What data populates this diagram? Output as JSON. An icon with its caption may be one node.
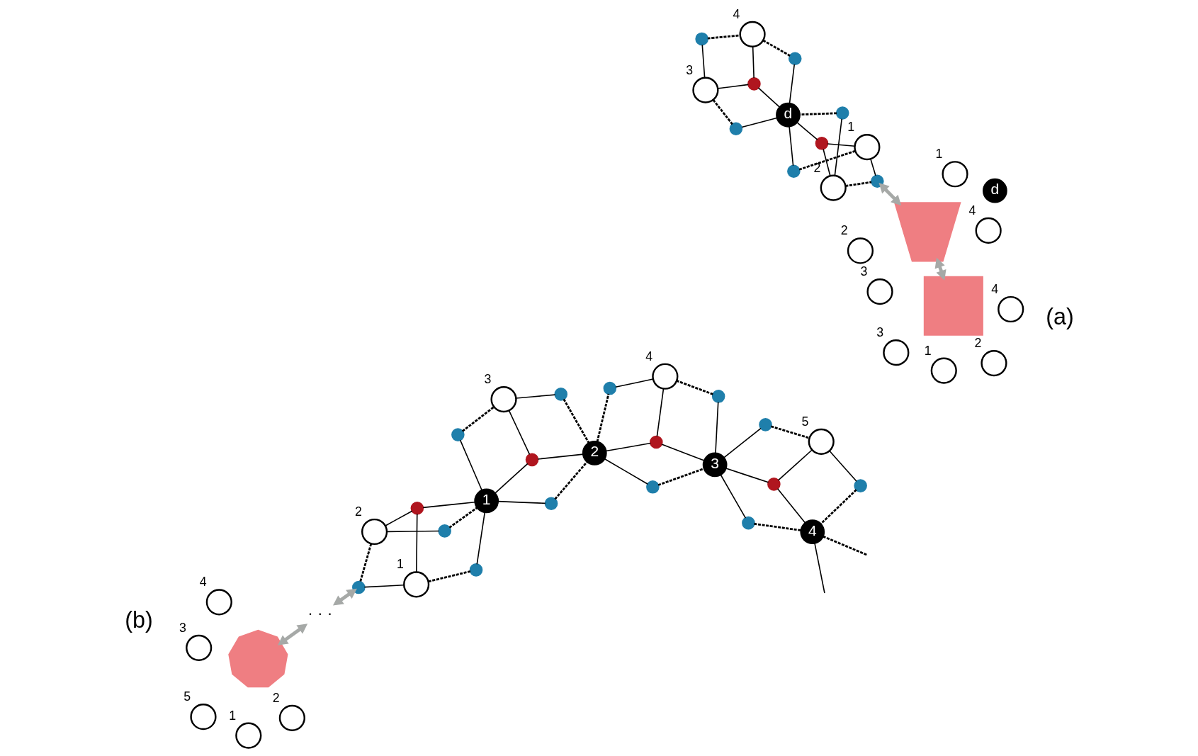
{
  "diagram": {
    "nodes": [
      {
        "text": [],
        "shape": "square"
      },
      {
        "text": [],
        "shape": "circle",
        "beside": [
          "1"
        ]
      },
      {
        "text": [],
        "shape": "circle",
        "beside": [
          "2"
        ]
      },
      {
        "text": [],
        "shape": "circle",
        "beside": [
          "3"
        ]
      },
      {
        "text": [],
        "shape": "circle",
        "beside": [
          "4"
        ]
      },
      {
        "text": [],
        "shape": "bowtie"
      },
      {
        "text": [],
        "shape": "circle",
        "beside": [
          "1"
        ]
      },
      {
        "text": [],
        "shape": "circle",
        "beside": [
          "2"
        ]
      },
      {
        "text": [],
        "shape": "circle",
        "beside": [
          "3"
        ]
      },
      {
        "text": [],
        "shape": "circle",
        "beside": [
          "4"
        ]
      },
      {
        "text": [
          "d"
        ]
      },
      {
        "text": [],
        "shape": "circle",
        "beside": [
          "1"
        ]
      },
      {
        "text": [],
        "shape": "circle",
        "beside": [
          "2"
        ]
      },
      {
        "text": [],
        "shape": "circle",
        "beside": [
          "3"
        ]
      },
      {
        "text": [],
        "shape": "circle",
        "beside": [
          "4"
        ]
      },
      {
        "text": [
          "d"
        ]
      },
      {
        "text": [],
        "shape": "circle"
      },
      {
        "text": [],
        "shape": "circle"
      },
      {
        "text": [],
        "shape": "circle"
      },
      {
        "text": [],
        "shape": "circle"
      },
      {
        "text": [],
        "shape": "circle"
      },
      {
        "text": [],
        "shape": "circle"
      },
      {
        "text": [],
        "shape": "circle"
      },
      {
        "text": [],
        "shape": "circle"
      },
      {
        "text": [],
        "shape": "polygon"
      },
      {
        "text": [],
        "shape": "circle",
        "beside": [
          "1"
        ]
      },
      {
        "text": [],
        "shape": "circle",
        "beside": [
          "2"
        ]
      },
      {
        "text": [],
        "shape": "circle",
        "beside": [
          "3"
        ]
      },
      {
        "text": [],
        "shape": "circle",
        "beside": [
          "4"
        ]
      },
      {
        "text": [],
        "shape": "circle",
        "beside": [
          "5"
        ]
      },
      {
        "text": [
          "· · ·"
        ]
      },
      {
        "text": [],
        "shape": "circle",
        "beside": [
          "1"
        ]
      },
      {
        "text": [],
        "shape": "circle",
        "beside": [
          "2"
        ]
      },
      {
        "text": [],
        "shape": "circle",
        "beside": [
          "3"
        ]
      },
      {
        "text": [],
        "shape": "circle",
        "beside": [
          "4"
        ]
      },
      {
        "text": [],
        "shape": "circle",
        "beside": [
          "5"
        ]
      },
      {
        "text": [
          "1"
        ]
      },
      {
        "text": [
          "2"
        ]
      },
      {
        "text": [
          "3"
        ]
      },
      {
        "text": [
          "4"
        ]
      },
      {
        "text": [],
        "shape": "circle"
      },
      {
        "text": [],
        "shape": "circle"
      },
      {
        "text": [],
        "shape": "circle"
      },
      {
        "text": [],
        "shape": "circle"
      },
      {
        "text": [],
        "shape": "circle"
      },
      {
        "text": [],
        "shape": "circle"
      },
      {
        "text": [],
        "shape": "circle"
      },
      {
        "text": [],
        "shape": "circle"
      },
      {
        "text": [],
        "shape": "circle"
      },
      {
        "text": [],
        "shape": "circle"
      },
      {
        "text": [],
        "shape": "circle"
      },
      {
        "text": [],
        "shape": "circle"
      },
      {
        "text": [],
        "shape": "circle"
      },
      {
        "text": [],
        "shape": "circle"
      },
      {
        "text": [],
        "shape": "circle"
      },
      {
        "text": [],
        "shape": "circle"
      }
    ],
    "edges": [
      {
        "from": 0,
        "to": 5,
        "arrow": "both",
        "style": "thick",
        "color": "#a6a9a7"
      },
      {
        "from": 5,
        "to": 20,
        "arrow": "both",
        "style": "thick",
        "color": "#a6a9a7"
      },
      {
        "from": 12,
        "to": 18,
        "arrow": "none"
      },
      {
        "from": 18,
        "to": 15,
        "arrow": "none",
        "style": "dashed"
      },
      {
        "from": 12,
        "to": 20,
        "arrow": "none",
        "style": "dashed"
      },
      {
        "from": 20,
        "to": 11,
        "arrow": "none"
      },
      {
        "from": 12,
        "to": 16,
        "arrow": "none"
      },
      {
        "from": 16,
        "to": 11,
        "arrow": "none"
      },
      {
        "from": 16,
        "to": 15,
        "arrow": "none"
      },
      {
        "from": 15,
        "to": 19,
        "arrow": "none"
      },
      {
        "from": 19,
        "to": 13,
        "arrow": "none",
        "style": "dashed"
      },
      {
        "from": 15,
        "to": 17,
        "arrow": "none"
      },
      {
        "from": 17,
        "to": 13,
        "arrow": "none"
      },
      {
        "from": 17,
        "to": 14,
        "arrow": "none"
      },
      {
        "from": 13,
        "to": 21,
        "arrow": "none"
      },
      {
        "from": 21,
        "to": 14,
        "arrow": "none",
        "style": "dashed"
      },
      {
        "from": 15,
        "to": 22,
        "arrow": "none"
      },
      {
        "from": 22,
        "to": 11,
        "arrow": "none",
        "style": "dashed"
      },
      {
        "from": 15,
        "to": 23,
        "arrow": "none"
      },
      {
        "from": 23,
        "to": 14,
        "arrow": "none",
        "style": "dashed"
      },
      {
        "from": 24,
        "to": 30,
        "arrow": "both",
        "style": "thick",
        "color": "#a6a9a7"
      },
      {
        "from": 30,
        "to": 46,
        "arrow": "both",
        "style": "thick",
        "color": "#a6a9a7"
      },
      {
        "from": 32,
        "to": 44,
        "arrow": "none"
      },
      {
        "from": 44,
        "to": 36,
        "arrow": "none",
        "style": "dashed"
      },
      {
        "from": 32,
        "to": 46,
        "arrow": "none",
        "style": "dashed"
      },
      {
        "from": 46,
        "to": 31,
        "arrow": "none"
      },
      {
        "from": 32,
        "to": 40,
        "arrow": "none"
      },
      {
        "from": 40,
        "to": 31,
        "arrow": "none"
      },
      {
        "from": 40,
        "to": 36,
        "arrow": "none"
      },
      {
        "from": 36,
        "to": 45,
        "arrow": "none"
      },
      {
        "from": 45,
        "to": 33,
        "arrow": "none",
        "style": "dashed"
      },
      {
        "from": 36,
        "to": 41,
        "arrow": "none"
      },
      {
        "from": 41,
        "to": 33,
        "arrow": "none"
      },
      {
        "from": 41,
        "to": 37,
        "arrow": "none"
      },
      {
        "from": 33,
        "to": 47,
        "arrow": "none"
      },
      {
        "from": 47,
        "to": 37,
        "arrow": "none",
        "style": "dashed"
      },
      {
        "from": 36,
        "to": 48,
        "arrow": "none"
      },
      {
        "from": 48,
        "to": 31,
        "arrow": "none",
        "style": "dashed"
      },
      {
        "from": 36,
        "to": 49,
        "arrow": "none"
      },
      {
        "from": 49,
        "to": 37,
        "arrow": "none",
        "style": "dashed"
      },
      {
        "from": 37,
        "to": 50,
        "arrow": "none"
      },
      {
        "from": 50,
        "to": 38,
        "arrow": "none",
        "style": "dashed"
      },
      {
        "from": 37,
        "to": 52,
        "arrow": "none",
        "style": "dashed"
      },
      {
        "from": 52,
        "to": 34,
        "arrow": "none"
      },
      {
        "from": 37,
        "to": 42,
        "arrow": "none"
      },
      {
        "from": 42,
        "to": 34,
        "arrow": "none"
      },
      {
        "from": 42,
        "to": 38,
        "arrow": "none"
      },
      {
        "from": 38,
        "to": 51,
        "arrow": "none"
      },
      {
        "from": 51,
        "to": 35,
        "arrow": "none",
        "style": "dashed"
      },
      {
        "from": 38,
        "to": 43,
        "arrow": "none"
      },
      {
        "from": 43,
        "to": 35,
        "arrow": "none"
      },
      {
        "from": 43,
        "to": 39,
        "arrow": "none"
      },
      {
        "from": 35,
        "to": 53,
        "arrow": "none"
      },
      {
        "from": 53,
        "to": 39,
        "arrow": "none",
        "style": "dashed"
      },
      {
        "from": 38,
        "to": 54,
        "arrow": "none"
      },
      {
        "from": 54,
        "to": 34,
        "arrow": "none",
        "style": "dashed"
      },
      {
        "from": 38,
        "to": 55,
        "arrow": "none"
      },
      {
        "from": 55,
        "to": 39,
        "arrow": "none",
        "style": "dashed"
      },
      {
        "from": 39,
        "to": null,
        "arrow": "none"
      },
      {
        "from": 39,
        "to": null,
        "arrow": "none",
        "style": "dashed"
      }
    ],
    "labels": [
      "(a)",
      "(b)"
    ]
  }
}
